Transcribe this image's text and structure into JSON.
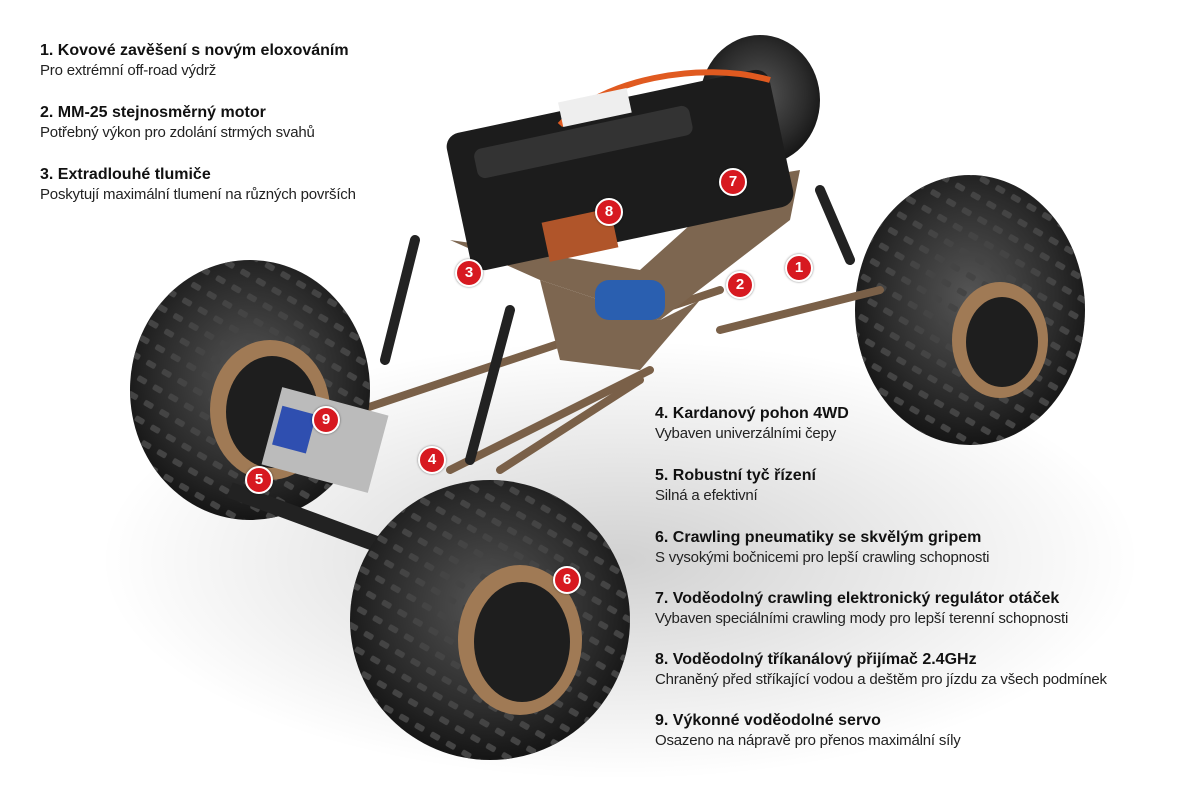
{
  "features": [
    {
      "title": "1. Kovové zavěšení s novým eloxováním",
      "desc": "Pro extrémní off-road výdrž",
      "badge": "1"
    },
    {
      "title": "2. MM-25 stejnosměrný motor",
      "desc": "Potřebný výkon pro zdolání strmých svahů",
      "badge": "2"
    },
    {
      "title": "3. Extradlouhé tlumiče",
      "desc": "Poskytují maximální tlumení na různých površích",
      "badge": "3"
    },
    {
      "title": "4. Kardanový pohon 4WD",
      "desc": "Vybaven univerzálními čepy",
      "badge": "4"
    },
    {
      "title": "5. Robustní tyč řízení",
      "desc": "Silná a efektivní",
      "badge": "5"
    },
    {
      "title": "6. Crawling pneumatiky se skvělým gripem",
      "desc": "S vysokými bočnicemi pro lepší crawling schopnosti",
      "badge": "6"
    },
    {
      "title": "7. Voděodolný crawling elektronický regulátor otáček",
      "desc": "Vybaven speciálními crawling mody pro lepší terenní schopnosti",
      "badge": "7"
    },
    {
      "title": "8. Voděodolný tříkanálový přijímač 2.4GHz",
      "desc": "Chraněný před stříkající vodou a deštěm pro jízdu za všech podmínek",
      "badge": "8"
    },
    {
      "title": "9. Výkonné voděodolné servo",
      "desc": "Osazeno na nápravě pro přenos maximální síly",
      "badge": "9"
    }
  ],
  "colors": {
    "badge": "#d71920",
    "bronze": "#8a6a4a",
    "tire": "#2a2a2a"
  }
}
